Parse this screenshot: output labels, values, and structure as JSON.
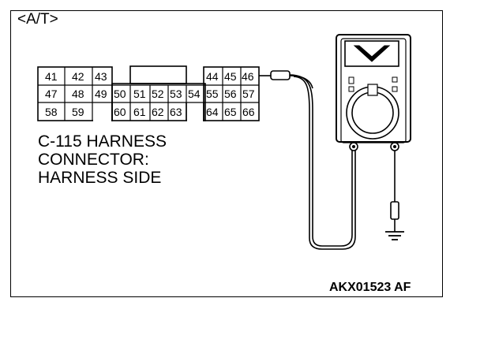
{
  "diagram": {
    "mode_label": "<A/T>",
    "connector": {
      "caption_lines": [
        "C-115 HARNESS",
        "CONNECTOR:",
        "HARNESS SIDE"
      ],
      "pins": {
        "top_left": [
          "41",
          "42",
          "43"
        ],
        "top_right": [
          "44",
          "45",
          "46"
        ],
        "mid_row": [
          "47",
          "48",
          "49",
          "50",
          "51",
          "52",
          "53",
          "54",
          "55",
          "56",
          "57"
        ],
        "bottom_left": [
          "58",
          "59"
        ],
        "bottom_mid": [
          "60",
          "61",
          "62",
          "63"
        ],
        "bottom_right": [
          "64",
          "65",
          "66"
        ]
      },
      "probed_pin": "46"
    },
    "meter": {
      "display_symbol": "V",
      "mode": "voltmeter"
    },
    "ground_symbol": "ground-icon",
    "figure_code": "AKX01523 AF"
  }
}
